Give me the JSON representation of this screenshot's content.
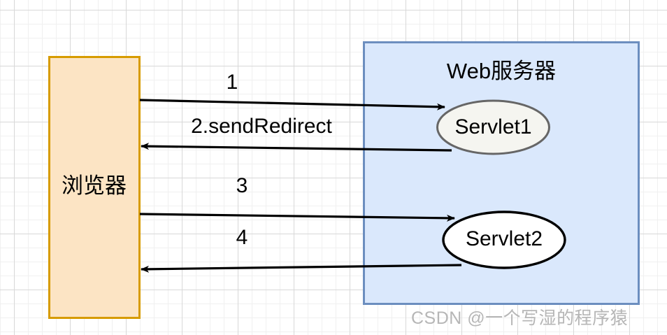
{
  "diagram": {
    "title_text": "Web服务器",
    "nodes": {
      "browser": {
        "label": "浏览器",
        "shape": "rectangle",
        "fill": "#fce4c4",
        "stroke": "#d79b00"
      },
      "server_container": {
        "label": "Web服务器",
        "shape": "rectangle",
        "fill": "#dae8fc",
        "stroke": "#6c8ebf"
      },
      "servlet1": {
        "label": "Servlet1",
        "shape": "ellipse",
        "fill": "#f5f5f0",
        "stroke": "#666666"
      },
      "servlet2": {
        "label": "Servlet2",
        "shape": "ellipse",
        "fill": "#ffffff",
        "stroke": "#000000"
      }
    },
    "edges": [
      {
        "id": "edge-1",
        "label": "1",
        "from": "browser",
        "to": "servlet1",
        "direction": "right"
      },
      {
        "id": "edge-2",
        "label": "2.sendRedirect",
        "from": "servlet1",
        "to": "browser",
        "direction": "left"
      },
      {
        "id": "edge-3",
        "label": "3",
        "from": "browser",
        "to": "servlet2",
        "direction": "right"
      },
      {
        "id": "edge-4",
        "label": "4",
        "from": "servlet2",
        "to": "browser",
        "direction": "left"
      }
    ],
    "edge_stroke": "#000000",
    "watermark": "CSDN @一个写湿的程序猿",
    "watermark_color": "#b6b6b6",
    "background": {
      "color": "#ffffff",
      "grid_minor_color": "#f0f0f0",
      "grid_major_color": "#d8d8d8"
    }
  }
}
